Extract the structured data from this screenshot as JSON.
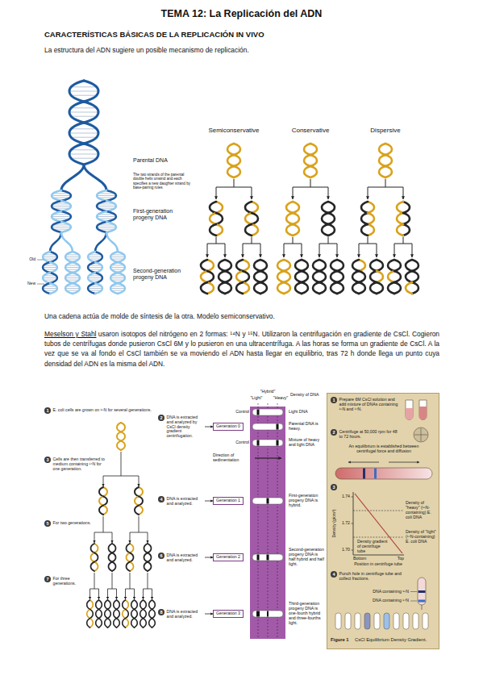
{
  "diagram": {
    "title": "TEMA 12: La Replicación del ADN",
    "nodes": [
      {
        "text": [
          "1",
          "E. coli cells are grown on ¹⁵N for several generations."
        ]
      },
      {
        "text": [
          "2",
          "DNA is extracted and analyzed by CsCl density gradient centrifugation."
        ]
      },
      {
        "text": [
          "Generation 0"
        ]
      },
      {
        "text": [
          "3",
          "Cells are then transferred to medium containing ¹⁴N for one generation."
        ]
      },
      {
        "text": [
          "4",
          "DNA is extracted and analyzed."
        ]
      },
      {
        "text": [
          "Generation 1"
        ]
      },
      {
        "text": [
          "5",
          "For two generations."
        ]
      },
      {
        "text": [
          "6",
          "DNA is extracted and analyzed."
        ]
      },
      {
        "text": [
          "Generation 2"
        ]
      },
      {
        "text": [
          "7",
          "For three generations."
        ]
      },
      {
        "text": [
          "8",
          "DNA is extracted and analyzed."
        ]
      },
      {
        "text": [
          "Generation 3"
        ]
      },
      {
        "text": [
          "An equilibrium is established between centrifugal force and diffusion",
          "Density (g/cm³)",
          "1.74",
          "1.72",
          "1.70",
          "Density of \"heavy\" (¹⁵N-containing) E. coli DNA",
          "Density of \"light\" (¹⁴N-containing) E. coli DNA",
          "Density gradient of centrifuge tube",
          "Bottom",
          "Top",
          "Position in centrifuge tube",
          "DNA containing ¹⁵N",
          "DNA containing ¹⁴N",
          "Figure 1",
          "CsCl Equilibrium Density Gradient."
        ]
      },
      {
        "text": [
          "1",
          "Prepare 6M CsCl solution and add mixture of DNAs containing ¹⁵N and ¹⁴N."
        ],
        "in": 12
      },
      {
        "text": [
          "2",
          "Centrifuge at 50,000 rpm for 48 to 72 hours."
        ],
        "in": 12
      },
      {
        "text": [
          "3"
        ],
        "in": 12
      },
      {
        "text": [
          "4",
          "Punch hole in centrifuge tube and collect fractions."
        ],
        "in": 12
      }
    ],
    "edges": [
      {
        "from": 1,
        "to": 2,
        "arrow": "to"
      },
      {
        "from": 4,
        "to": 5,
        "arrow": "to"
      },
      {
        "from": 7,
        "to": 8,
        "arrow": "to"
      },
      {
        "from": 10,
        "to": 11,
        "arrow": "to"
      }
    ],
    "labels": [
      "CARACTERÍSTICAS BÁSICAS DE LA REPLICACIÓN IN VIVO",
      "La estructura del ADN sugiere un posible mecanismo de replicación.",
      "The two strands of the parental double helix unwind and each specifies a new daughter strand by base-pairing rules",
      "Semiconservative",
      "Conservative",
      "Dispersive",
      "Parental DNA",
      "First-generation progeny DNA",
      "Second-generation progeny DNA",
      "Old",
      "New",
      "Una cadena actúa de molde de síntesis de la otra. Modelo semiconservativo.",
      "Meselson y Stahl",
      "usaron isotopos del nitrógeno en 2 formas: ¹⁴N y ¹⁵N. Utilizaron la centrifugación en gradiente de CsCl. Cogieron tubos de centrífugas donde pusieron CsCl 6M y lo pusieron en una ultracentrífuga. A las horas se forma un gradiente de CsCl. A la vez que se va al fondo el CsCl también se va moviendo el ADN hasta llegar en equilibrio, tras 72 h donde llega un punto cuya densidad del ADN es la misma del ADN.",
      "\"Hybrid\"",
      "\"Light\"",
      "\"Heavy\"",
      "Density of DNA",
      "Control",
      "Light DNA",
      "Parental DNA is heavy.",
      "Control",
      "Mixture of heavy and light DNA",
      "Direction of sedimentation",
      "First-generation progeny DNA is hybrid.",
      "Second-generation progeny DNA is half hybrid and half light.",
      "Third-generation progeny DNA is one-fourth hybrid and three-fourths light."
    ]
  }
}
